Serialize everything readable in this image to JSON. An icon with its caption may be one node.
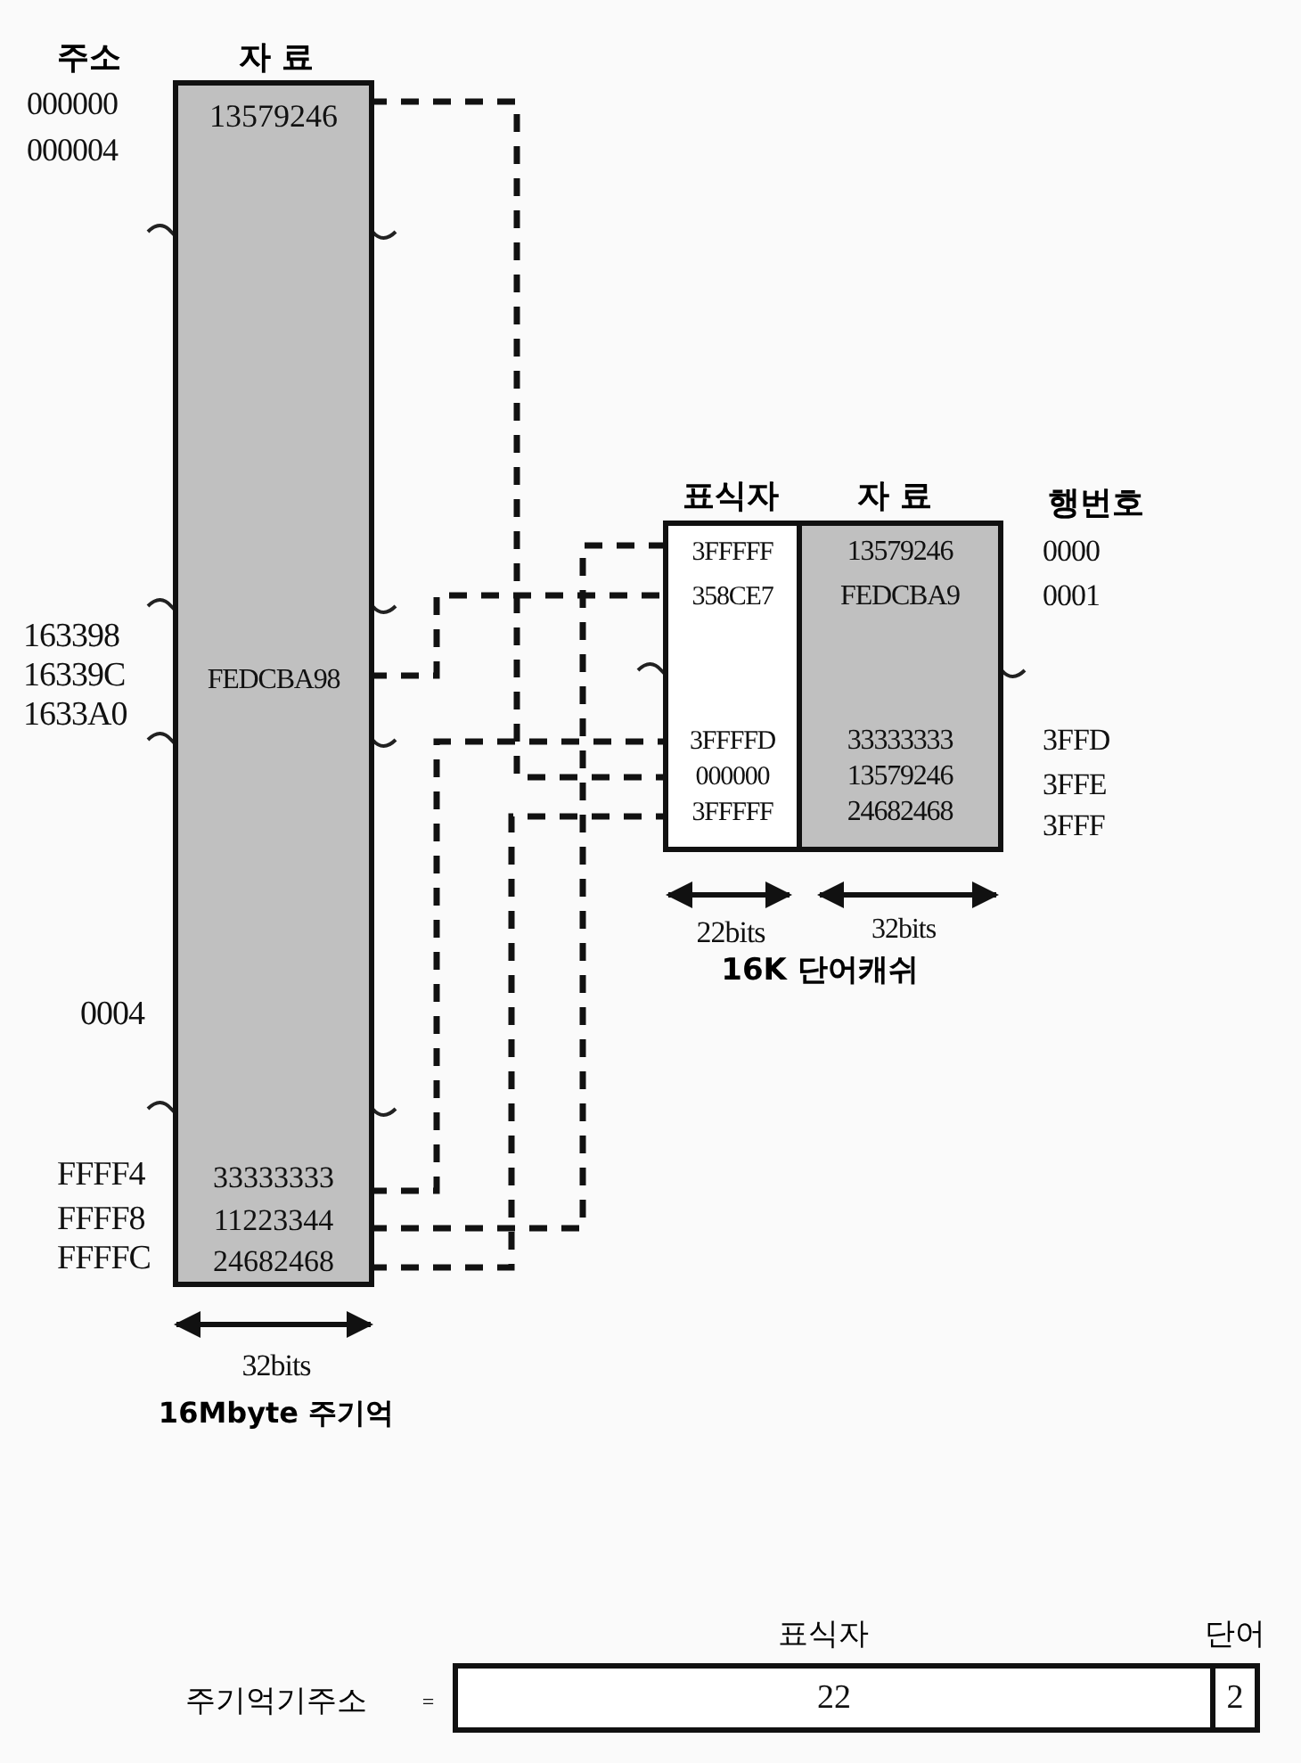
{
  "diagram": {
    "nodes": [
      {
        "text": [
          "자 료"
        ]
      },
      {
        "text": [
          "13579246"
        ],
        "in": 0
      },
      {
        "text": [
          "FEDCBA98"
        ],
        "in": 0
      },
      {
        "text": [
          "33333333"
        ],
        "in": 0
      },
      {
        "text": [
          "11223344"
        ],
        "in": 0
      },
      {
        "text": [
          "24682468"
        ],
        "in": 0
      },
      {
        "text": [
          "표식자"
        ]
      },
      {
        "text": [
          "자 료"
        ]
      },
      {
        "text": [
          "3FFFFF"
        ],
        "in": 6
      },
      {
        "text": [
          "358CE7"
        ],
        "in": 6
      },
      {
        "text": [
          "3FFFFD"
        ],
        "in": 6
      },
      {
        "text": [
          "000000"
        ],
        "in": 6
      },
      {
        "text": [
          "3FFFFF"
        ],
        "in": 6
      },
      {
        "text": [
          "13579246"
        ],
        "in": 7
      },
      {
        "text": [
          "FEDCBA9"
        ],
        "in": 7
      },
      {
        "text": [
          "33333333"
        ],
        "in": 7
      },
      {
        "text": [
          "13579246"
        ],
        "in": 7
      },
      {
        "text": [
          "24682468"
        ],
        "in": 7
      },
      {
        "text": [
          "표식자",
          "22"
        ]
      },
      {
        "text": [
          "단어",
          "2"
        ]
      }
    ],
    "edges": [
      {
        "from": 1,
        "to": 11,
        "arrow": "none",
        "style": "dashed"
      },
      {
        "from": 2,
        "to": 9,
        "arrow": "none",
        "style": "dashed"
      },
      {
        "from": 3,
        "to": 10,
        "arrow": "none",
        "style": "dashed"
      },
      {
        "from": 4,
        "to": 8,
        "arrow": "none",
        "style": "dashed"
      },
      {
        "from": 5,
        "to": 12,
        "arrow": "none",
        "style": "dashed"
      }
    ],
    "labels": [
      "주소",
      "000000",
      "000004",
      "163398",
      "16339C",
      "1633A0",
      "0004",
      "FFFF4",
      "FFFF8",
      "FFFFC",
      "32bits",
      "16Mbyte 주기억",
      "행번호",
      "0000",
      "0001",
      "3FFD",
      "3FFE",
      "3FFF",
      "22bits",
      "32bits",
      "16K 단어캐쉬",
      "주기억기주소",
      "="
    ]
  }
}
